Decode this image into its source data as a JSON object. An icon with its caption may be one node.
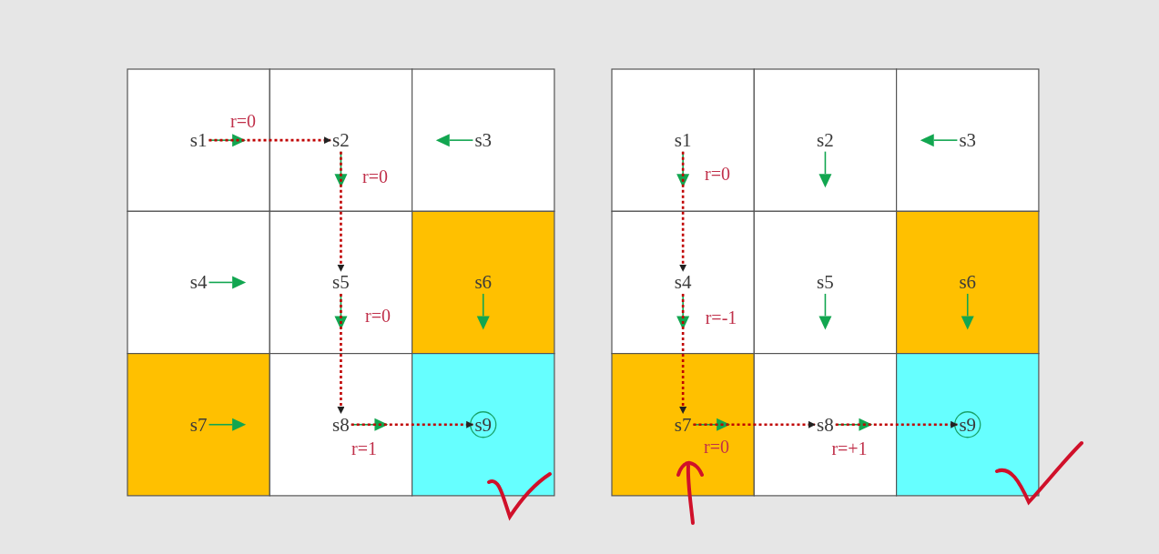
{
  "diagram": {
    "nodes": [
      {
        "text": [
          "s1"
        ]
      },
      {
        "text": [
          "s2"
        ]
      },
      {
        "text": [
          "s3"
        ]
      },
      {
        "text": [
          "s4"
        ]
      },
      {
        "text": [
          "s5"
        ]
      },
      {
        "text": [
          "s6"
        ]
      },
      {
        "text": [
          "s7"
        ]
      },
      {
        "text": [
          "s8"
        ]
      },
      {
        "text": [
          "s9"
        ]
      },
      {
        "text": [
          "s1"
        ]
      },
      {
        "text": [
          "s2"
        ]
      },
      {
        "text": [
          "s3"
        ]
      },
      {
        "text": [
          "s4"
        ]
      },
      {
        "text": [
          "s5"
        ]
      },
      {
        "text": [
          "s6"
        ]
      },
      {
        "text": [
          "s7"
        ]
      },
      {
        "text": [
          "s8"
        ]
      },
      {
        "text": [
          "s9"
        ]
      }
    ],
    "edges": [
      {
        "from": 0,
        "to": 1,
        "arrow": "to",
        "label": "r=0",
        "style": "dashed"
      },
      {
        "from": 1,
        "to": 4,
        "arrow": "to",
        "label": "r=0",
        "style": "dashed"
      },
      {
        "from": 4,
        "to": 7,
        "arrow": "to",
        "label": "r=0",
        "style": "dashed"
      },
      {
        "from": 7,
        "to": 8,
        "arrow": "to",
        "label": "r=1",
        "style": "dashed"
      },
      {
        "from": 9,
        "to": 12,
        "arrow": "to",
        "label": "r=0",
        "style": "dashed"
      },
      {
        "from": 12,
        "to": 15,
        "arrow": "to",
        "label": "r=-1",
        "style": "dashed"
      },
      {
        "from": 15,
        "to": 16,
        "arrow": "to",
        "label": "r=0",
        "style": "dashed"
      },
      {
        "from": 16,
        "to": 17,
        "arrow": "to",
        "label": "r=+1",
        "style": "dashed"
      }
    ]
  }
}
